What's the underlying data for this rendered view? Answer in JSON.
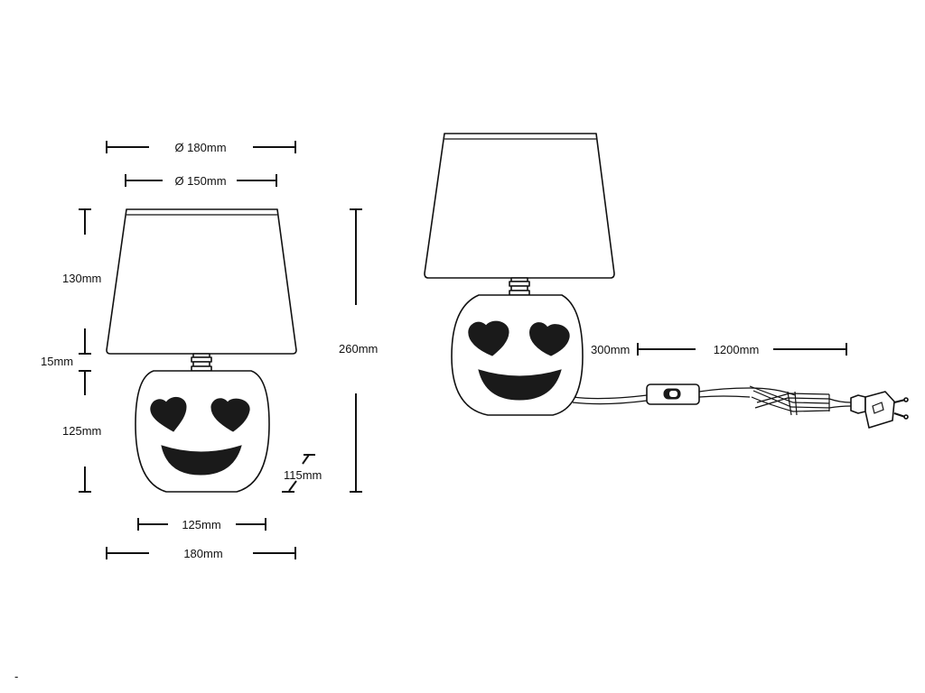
{
  "labels": {
    "shade_top_diameter": "Ø 180mm",
    "shade_bottom_diameter": "Ø 150mm",
    "shade_height": "130mm",
    "neck_height": "15mm",
    "base_height": "125mm",
    "total_height": "260mm",
    "base_depth": "115mm",
    "base_width": "125mm",
    "overall_width": "180mm",
    "cable_to_switch": "300mm",
    "cable_total": "1200mm",
    "corner_mark": "-"
  }
}
